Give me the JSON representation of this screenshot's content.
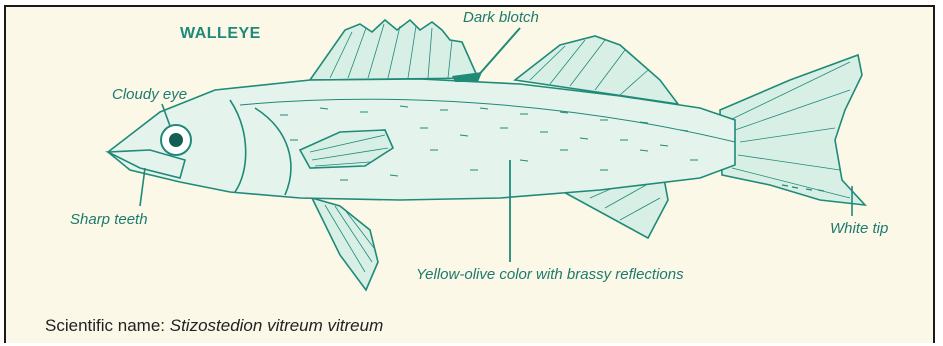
{
  "title": "WALLEYE",
  "labels": {
    "dark_blotch": "Dark blotch",
    "cloudy_eye": "Cloudy eye",
    "sharp_teeth": "Sharp teeth",
    "white_tip": "White tip",
    "body_color": "Yellow-olive color with brassy reflections"
  },
  "scientific_name": {
    "prefix": "Scientific name:",
    "value": "Stizostedion vitreum vitreum"
  },
  "colors": {
    "ink": "#1f8a78",
    "background": "#fbf8e8"
  }
}
